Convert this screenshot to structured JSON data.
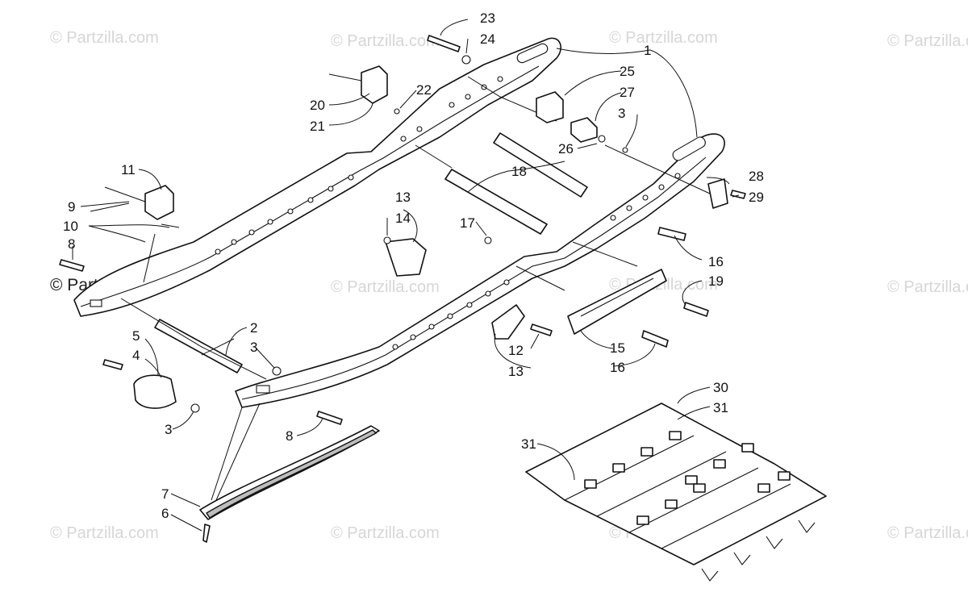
{
  "watermark": "© Partzilla.com",
  "callouts": {
    "c1": "1",
    "c2": "2",
    "c3a": "3",
    "c3b": "3",
    "c3c": "3",
    "c4": "4",
    "c5": "5",
    "c6": "6",
    "c7": "7",
    "c8a": "8",
    "c8b": "8",
    "c9": "9",
    "c10": "10",
    "c11": "11",
    "c12": "12",
    "c13a": "13",
    "c13b": "13",
    "c14": "14",
    "c15": "15",
    "c16a": "16",
    "c16b": "16",
    "c17": "17",
    "c18": "18",
    "c19": "19",
    "c20": "20",
    "c21": "21",
    "c22": "22",
    "c23": "23",
    "c24": "24",
    "c25": "25",
    "c26": "26",
    "c27": "27",
    "c28": "28",
    "c29": "29",
    "c30": "30",
    "c31a": "31",
    "c31b": "31"
  }
}
